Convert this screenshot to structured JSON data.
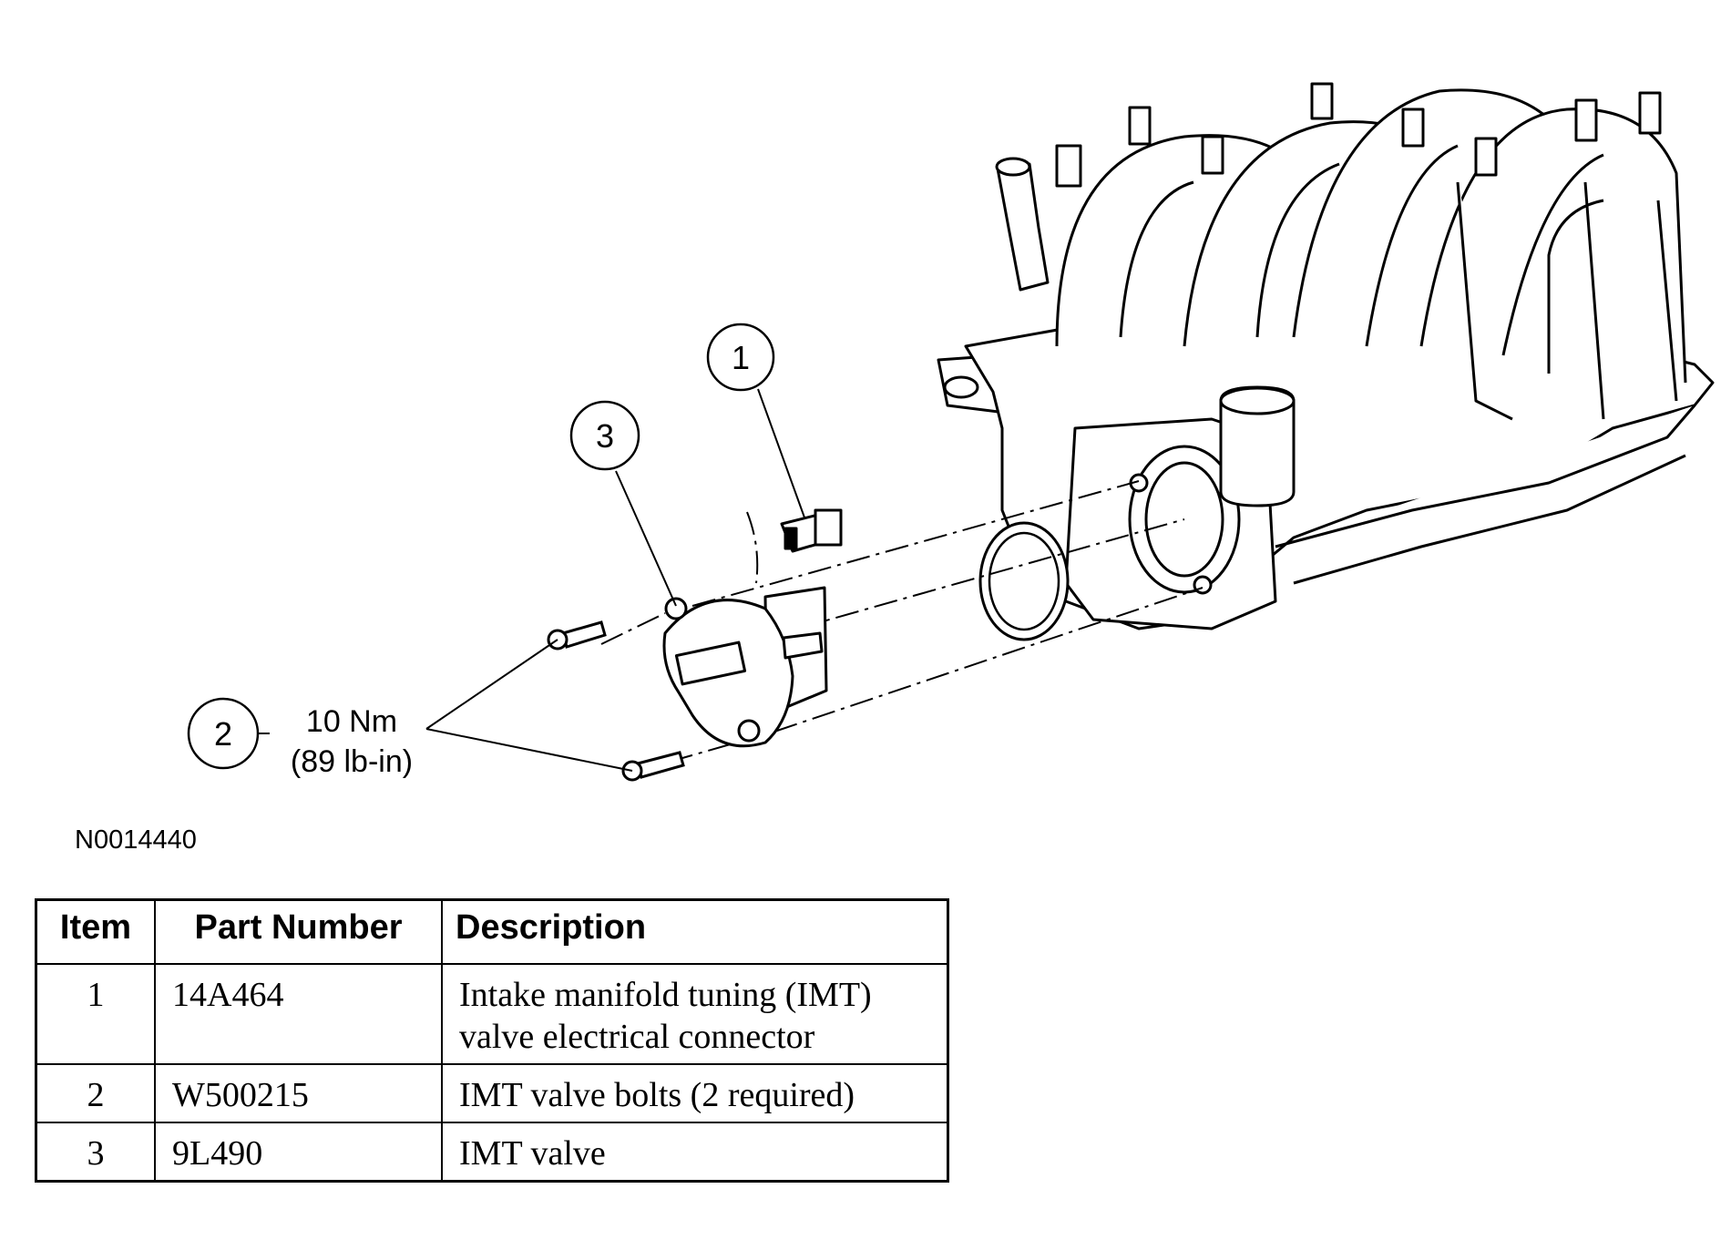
{
  "callouts": [
    {
      "number": "1"
    },
    {
      "number": "2"
    },
    {
      "number": "3"
    }
  ],
  "torque": {
    "metric": "10 Nm",
    "imperial": "(89 lb-in)"
  },
  "figure_id": "N0014440",
  "table": {
    "headers": [
      "Item",
      "Part Number",
      "Description"
    ],
    "rows": [
      {
        "item": "1",
        "part_number": "14A464",
        "description": [
          "Intake manifold tuning (IMT)",
          "valve electrical connector"
        ]
      },
      {
        "item": "2",
        "part_number": "W500215",
        "description": [
          "IMT valve bolts (2 required)"
        ]
      },
      {
        "item": "3",
        "part_number": "9L490",
        "description": [
          "IMT valve"
        ]
      }
    ]
  }
}
